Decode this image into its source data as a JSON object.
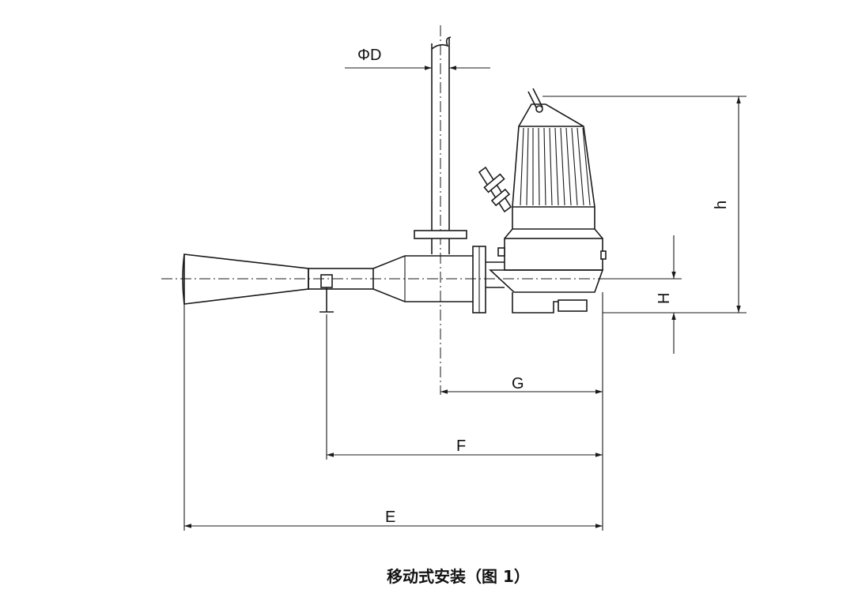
{
  "labels": {
    "phiD": "ΦD",
    "h": "h",
    "H": "H",
    "G": "G",
    "F": "F",
    "E": "E"
  },
  "caption": "移动式安装（图 1）"
}
